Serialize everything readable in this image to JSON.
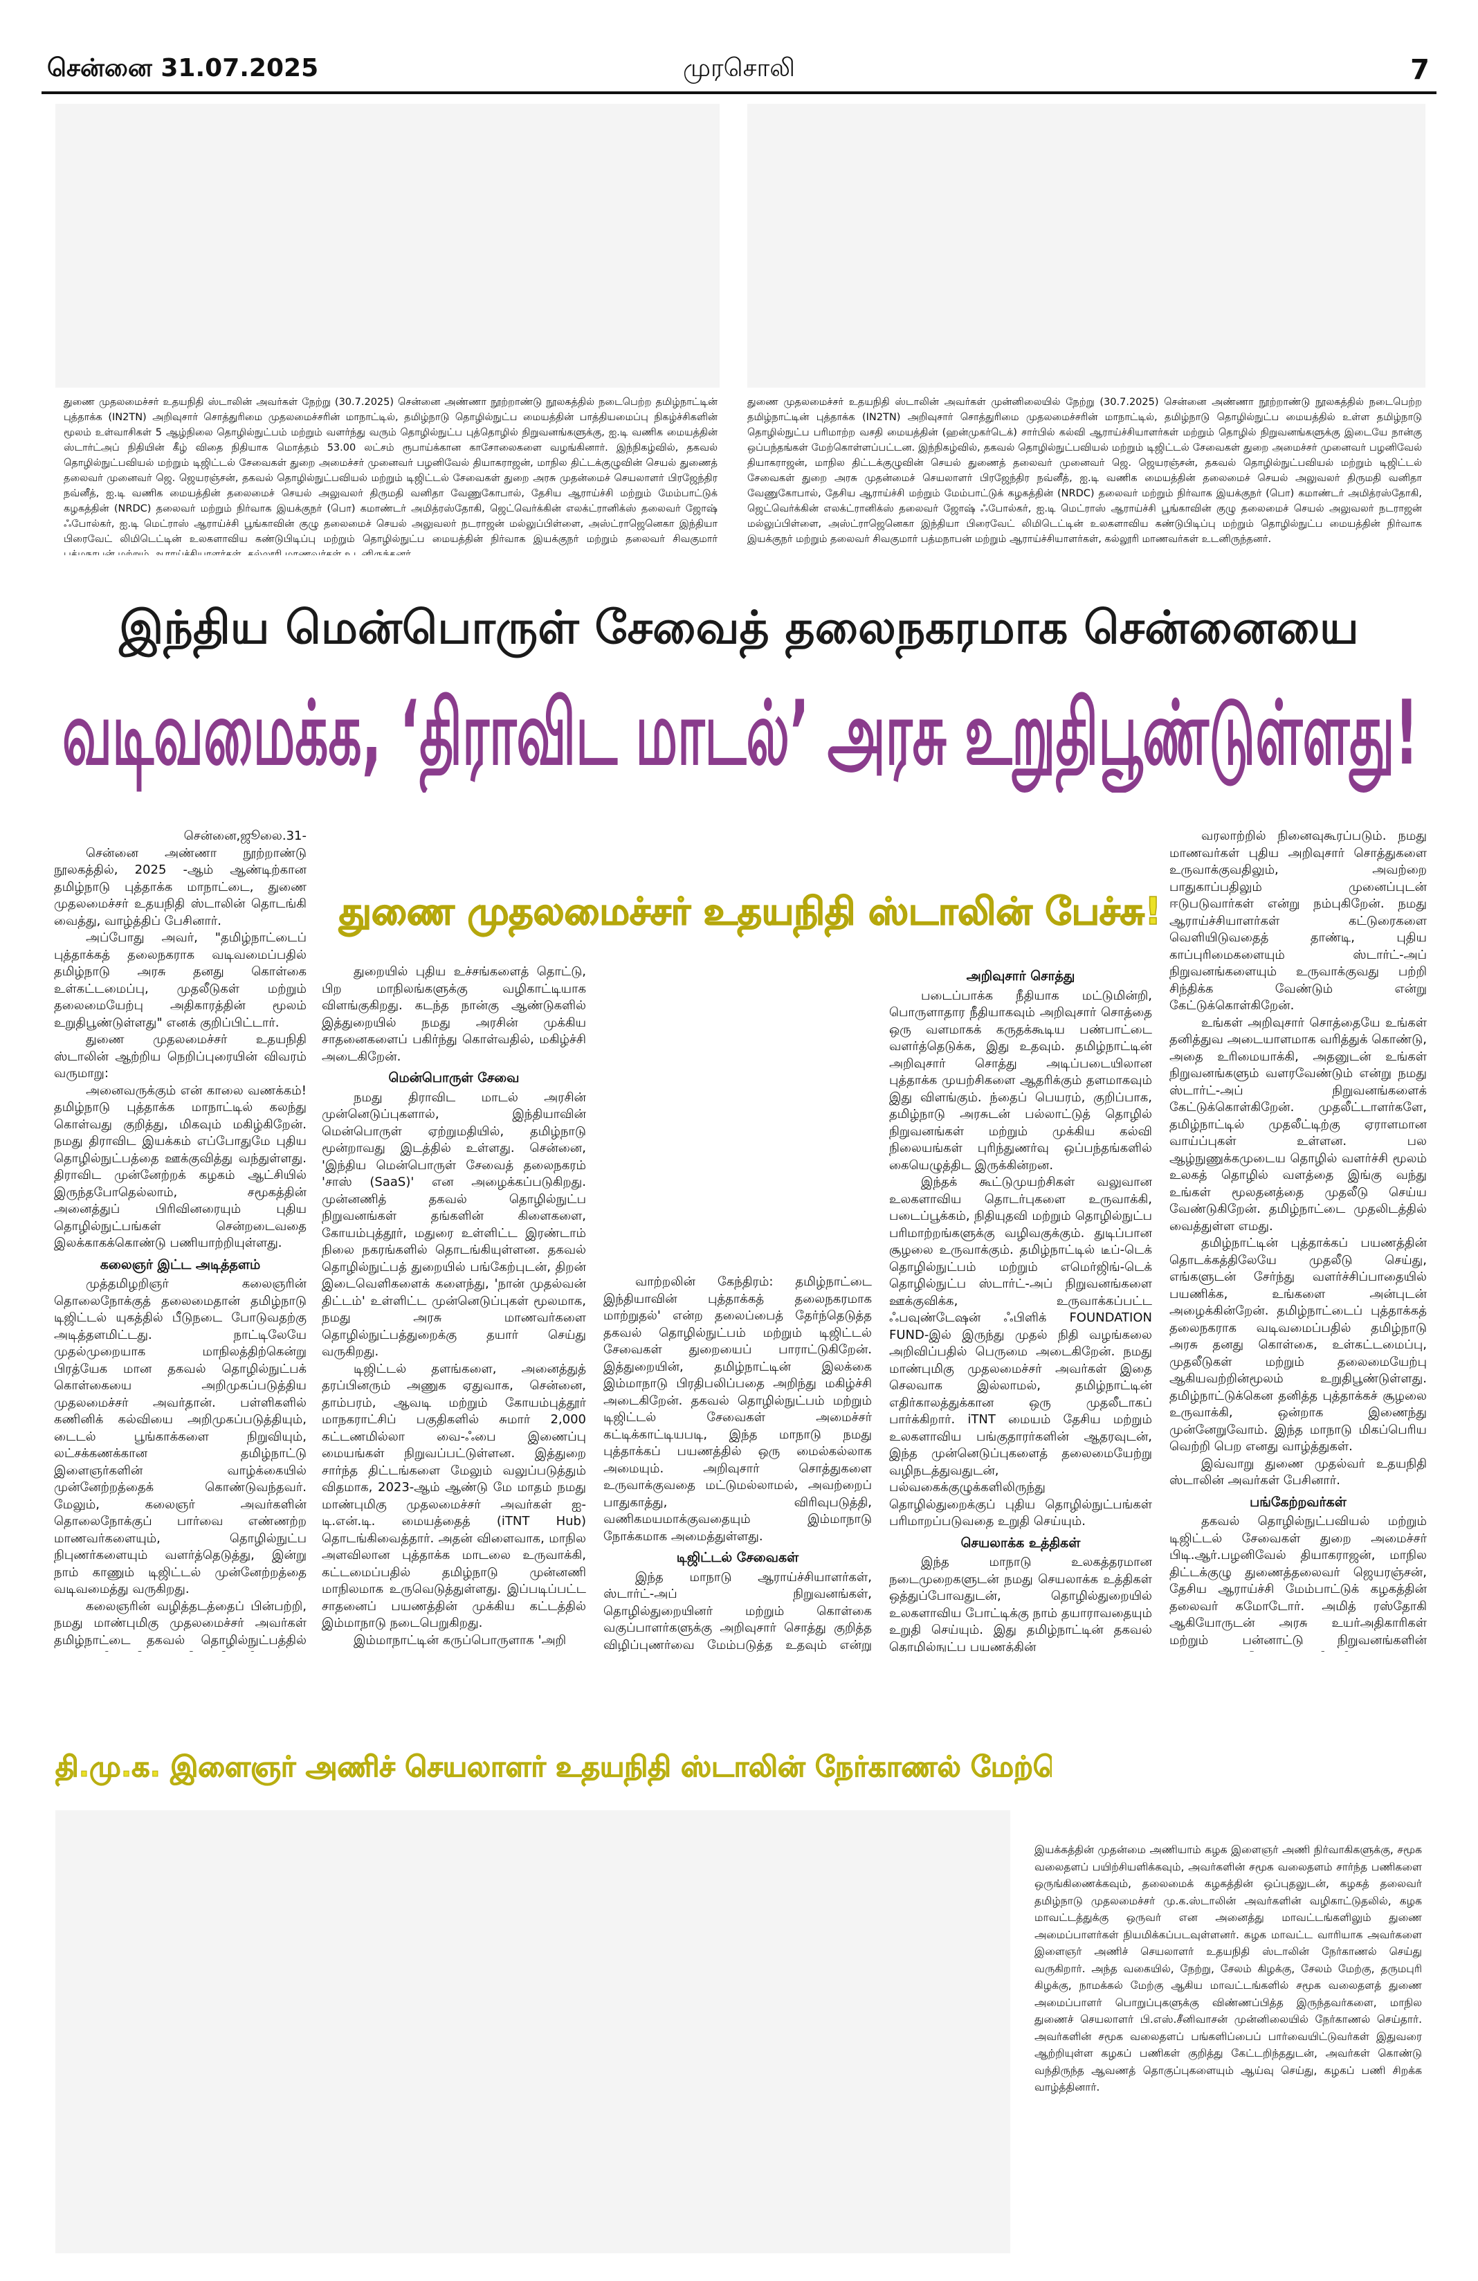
{
  "masthead": {
    "date": "சென்னை 31.07.2025",
    "paper": "முரசொலி",
    "page": "7"
  },
  "captions": {
    "left": "துணை முதலமைச்சர் உதயநிதி ஸ்டாலின் அவர்கள் நேற்று (30.7.2025) சென்னை அண்ணா நூற்றாண்டு நூலகத்தில் நடைபெற்ற தமிழ்நாட்டின் புத்தாக்க (IN2TN) அறிவுசார் சொத்துரிமை முதலமைச்சரின் மாநாட்டில், தமிழ்நாடு தொழில்நுட்ப மையத்தின் பாத்தியமைப்பு நிகழ்ச்சிகளின் மூலம் உள்வாசிகள் 5 ஆழ்நிலை தொழில்நுட்பம் மற்றும் வளர்ந்து வரும் தொழில்நுட்ப புத்தொழில் நிறுவனங்களுக்கு, ஐ.டி வணிக மையத்தின் ஸ்டார்ட்அப் நிதியின் கீழ் விதை நிதியாக மொத்தம் 53.00 லட்சம் ரூபாய்க்கான காசோலைகளை வழங்கினார். இந்நிகழ்வில், தகவல் தொழில்நுட்பவியல் மற்றும் டிஜிட்டல் சேவைகள் துறை அமைச்சர் முனைவர் பழனிவேல் தியாகராஜன், மாநில திட்டக்குழுவின் செயல் துணைத் தலைவர் முனைவர் ஜெ. ஜெயரஞ்சன், தகவல் தொழில்நுட்பவியல் மற்றும் டிஜிட்டல் சேவைகள் துறை அரசு முதன்மைச் செயலாளர் பிரஜேந்திர நவ்னீத், ஐ.டி வணிக மையத்தின் தலைமைச் செயல் அலுவலர் திருமதி வனிதா வேணுகோபால், தேசிய ஆராய்ச்சி மற்றும் மேம்பாட்டுக் கழகத்தின் (NRDC) தலைவர் மற்றும் நிர்வாக இயக்குநர் (பொ) கமாண்டர் அமித்ரஸ்தோகி, ஜெட்வெர்க்கின் எலக்ட்ரானிக்ஸ் தலைவர் ஜோஷ் ஃபோல்கர், ஐ.டி மெட்ராஸ் ஆராய்ச்சி பூங்காவின் குழு தலைமைச் செயல் அலுவலர் நடராஜன் மல்லுப்பிள்ளை, அஸ்ட்ராஜெனெகா இந்தியா பிரைவேட் லிமிடெட்டின் உலகளாவிய கண்டுபிடிப்பு மற்றும் தொழில்நுட்ப மையத்தின் நிர்வாக இயக்குநர் மற்றும் தலைவர் சிவகுமார் பத்மநாபன் மற்றும் ஆராய்ச்சியாளர்கள், கல்லூரி மாணவர்கள் உடனிருந்தனர்.",
    "right": "துணை முதலமைச்சர் உதயநிதி ஸ்டாலின் அவர்கள் முன்னிலையில் நேற்று (30.7.2025) சென்னை அண்ணா நூற்றாண்டு நூலகத்தில் நடைபெற்ற தமிழ்நாட்டின் புத்தாக்க (IN2TN) அறிவுசார் சொத்துரிமை முதலமைச்சரின் மாநாட்டில், தமிழ்நாடு தொழில்நுட்ப மையத்தில் உள்ள தமிழ்நாடு தொழில்நுட்ப பரிமாற்ற வசதி மையத்தின் (ஹன்முகர்டெக்) சார்பில் கல்வி ஆராய்ச்சியாளர்கள் மற்றும் தொழில் நிறுவனங்களுக்கு இடையே நான்கு ஒப்பந்தங்கள் மேற்கொள்ளப்பட்டன. இந்நிகழ்வில், தகவல் தொழில்நுட்பவியல் மற்றும் டிஜிட்டல் சேவைகள் துறை அமைச்சர் முனைவர் பழனிவேல் தியாகராஜன், மாநில திட்டக்குழுவின் செயல் துணைத் தலைவர் முனைவர் ஜெ. ஜெயரஞ்சன், தகவல் தொழில்நுட்பவியல் மற்றும் டிஜிட்டல் சேவைகள் துறை அரசு முதன்மைச் செயலாளர் பிரஜேந்திர நவ்னீத், ஐ.டி வணிக மையத்தின் தலைமைச் செயல் அலுவலர் திருமதி வனிதா வேணுகோபால், தேசிய ஆராய்ச்சி மற்றும் மேம்பாட்டுக் கழகத்தின் (NRDC) தலைவர் மற்றும் நிர்வாக இயக்குநர் (பொ) கமாண்டர் அமித்ரஸ்தோகி, ஜெட்வெர்க்கின் எலக்ட்ரானிக்ஸ் தலைவர் ஜோஷ் ஃபோல்கர், ஐ.டி மெட்ராஸ் ஆராய்ச்சி பூங்காவின் குழு தலைமைச் செயல் அலுவலர் நடராஜன் மல்லுப்பிள்ளை, அஸ்ட்ராஜெனெகா இந்தியா பிரைவேட் லிமிடெட்டின் உலகளாவிய கண்டுபிடிப்பு மற்றும் தொழில்நுட்ப மையத்தின் நிர்வாக இயக்குநர் மற்றும் தலைவர் சிவகுமார் பத்மநாபன் மற்றும் ஆராய்ச்சியாளர்கள், கல்லூரி மாணவர்கள் உடனிருந்தனர்."
  },
  "headline": {
    "line1": "இந்திய மென்பொருள் சேவைத் தலைநகரமாக சென்னையை",
    "line2": "வடிவமைக்க, ‘திராவிட மாடல்’ அரசு உறுதிபூண்டுள்ளது!",
    "subhead": "துணை முதலமைச்சர் உதயநிதி ஸ்டாலின் பேச்சு!"
  },
  "colors": {
    "headline1": "#1a1a1a",
    "headline2": "#8a3c8c",
    "subhead": "#ebe125"
  },
  "article": {
    "c1": {
      "dateline": "சென்னை,ஜூலை.31-",
      "p1": "சென்னை அண்ணா நூற்றாண்டு நூலகத்தில், 2025 -ஆம் ஆண்டிற்கான தமிழ்நாடு புத்தாக்க மாநாட்டை, துணை முதலமைச்சர் உதயநிதி ஸ்டாலின் தொடங்கி வைத்து, வாழ்த்திப் பேசினார்.",
      "p2": "அப்போது அவர், \"தமிழ்நாட்டைப் புத்தாக்கத் தலைநகராக வடிவமைப்பதில் தமிழ்நாடு அரசு தனது கொள்கை உள்கட்டமைப்பு, முதலீடுகள் மற்றும் தலைமையேற்பு அதிகாரத்தின் மூலம் உறுதிபூண்டுள்ளது\" எனக் குறிப்பிட்டார்.",
      "p3": "துணை முதலமைச்சர் உதயநிதி ஸ்டாலின் ஆற்றிய நெறிப்புரையின் விவரம் வருமாறு:",
      "p4": "அனைவருக்கும் என் காலை வணக்கம்! தமிழ்நாடு புத்தாக்க மாநாட்டில் கலந்து கொள்வது குறித்து, மிகவும் மகிழ்கிறேன். நமது திராவிட இயக்கம் எப்போதுமே புதிய தொழில்நுட்பத்தை ஊக்குவித்து வந்துள்ளது. திராவிட முன்னேற்றக் கழகம் ஆட்சியில் இருந்தபோதெல்லாம், சமூகத்தின் அனைத்துப் பிரிவினரையும் புதிய தொழில்நுட்பங்கள் சென்றடைவதை இலக்காகக்கொண்டு பணியாற்றியுள்ளது.",
      "h1": "கலைஞர் இட்ட அடித்தளம்",
      "p5": "முத்தமிழறிஞர் கலைஞரின் தொலைநோக்குத் தலைமைதான் தமிழ்நாடு டிஜிட்டல் யுகத்தில் பீடுநடை போடுவதற்கு அடித்தளமிட்டது. நாட்டிலேயே முதல்முறையாக மாநிலத்திற்கென்று பிரத்யேக மான தகவல் தொழில்நுட்பக் கொள்கையை அறிமுகப்படுத்திய முதலமைச்சர் அவர்தான். பள்ளிகளில் கணினிக் கல்வியை அறிமுகப்படுத்தியும், டைடல் பூங்காக்களை நிறுவியும், லட்சக்கணக்கான தமிழ்நாட்டு இளைஞர்களின் வாழ்க்கையில் முன்னேற்றத்தைக் கொண்டுவந்தவர். மேலும், கலைஞர் அவர்களின் தொலைநோக்குப் பார்வை எண்ணற்ற மாணவர்களையும், தொழில்நுட்ப நிபுணர்களையும் வளர்த்தெடுத்து, இன்று நாம் காணும் டிஜிட்டல் முன்னேற்றத்தை வடிவமைத்து வருகிறது.",
      "p6": "கலைஞரின் வழித்தடத்தைப் பின்பற்றி, நமது மாண்புமிகு முதலமைச்சர் அவர்கள் தமிழ்நாட்டை தகவல் தொழில்நுட்பத்தில் முன்னணி மாநிலமாக நிலைநிறுத்தியுள்ளார். அவரது தலைமையின் கீழ் நமது திராவிட மாடல் அரசு, தகவல் தொழில்நுட்பம் மற்றும் டிஜிட்டல் சேவைகள்"
    },
    "c2": {
      "p1": "துறையில் புதிய உச்சங்களைத் தொட்டு, பிற மாநிலங்களுக்கு வழிகாட்டியாக விளங்குகிறது. கடந்த நான்கு ஆண்டுகளில் இத்துறையில் நமது அரசின் முக்கிய சாதனைகளைப் பகிர்ந்து கொள்வதில், மகிழ்ச்சி அடைகிறேன்.",
      "h1": "மென்பொருள் சேவை",
      "p2": "நமது திராவிட மாடல் அரசின் முன்னெடுப்புகளால், இந்தியாவின் மென்பொருள் ஏற்றுமதியில், தமிழ்நாடு மூன்றாவது இடத்தில் உள்ளது. சென்னை, 'இந்திய மென்பொருள் சேவைத் தலைநகரம் 'சாஸ் (SaaS)' என அழைக்கப்படுகிறது. முன்னணித் தகவல் தொழில்நுட்ப நிறுவனங்கள் தங்களின் கிளைகளை, கோயம்புத்தூர், மதுரை உள்ளிட்ட இரண்டாம் நிலை நகரங்களில் தொடங்கியுள்ளன. தகவல் தொழில்நுட்பத் துறையில் பங்கேற்புடன், திறன் இடைவெளிகளைக் களைந்து, 'நான் முதல்வன் திட்டம்' உள்ளிட்ட முன்னெடுப்புகள் மூலமாக, நமது அரசு மாணவர்களை தொழில்நுட்பத்துறைக்கு தயார் செய்து வருகிறது.",
      "p3": "டிஜிட்டல் தளங்களை, அனைத்துத் தரப்பினரும் அணுக ஏதுவாக, சென்னை, தாம்பரம், ஆவடி மற்றும் கோயம்புத்தூர் மாநகராட்சிப் பகுதிகளில் சுமார் 2,000 கட்டணமில்லா வை-ஃபை இணைப்பு மையங்கள் நிறுவப்பட்டுள்ளன. இத்துறை சார்ந்த திட்டங்களை மேலும் வலுப்படுத்தும் விதமாக, 2023-ஆம் ஆண்டு மே மாதம் நமது மாண்புமிகு முதலமைச்சர் அவர்கள் ஐ-டி.என்.டி. மையத்தைத் (iTNT Hub) தொடங்கிவைத்தார். அதன் விளைவாக, மாநில அளவிலான புத்தாக்க மாடலை உருவாக்கி, கட்டமைப்பதில் தமிழ்நாடு முன்னணி மாநிலமாக உருவெடுத்துள்ளது. இப்படிப்பட்ட சாதனைப் பயணத்தின் முக்கிய கட்டத்தில் இம்மாநாடு நடைபெறுகிறது.",
      "p4": "இம்மாநாட்டின் கருப்பொருளாக 'அறி"
    },
    "c3": {
      "p1": "வாற்றலின் கேந்திரம்: தமிழ்நாட்டை இந்தியாவின் புத்தாக்கத் தலைநகரமாக மாற்றுதல்' என்ற தலைப்பைத் தேர்ந்தெடுத்த தகவல் தொழில்நுட்பம் மற்றும் டிஜிட்டல் சேவைகள் துறையைப் பாராட்டுகிறேன். இத்துறையின், தமிழ்நாட்டின் இலக்கை இம்மாநாடு பிரதிபலிப்பதை அறிந்து மகிழ்ச்சி அடைகிறேன். தகவல் தொழில்நுட்பம் மற்றும் டிஜிட்டல் சேவைகள் அமைச்சர் கட்டிக்காட்டியபடி, இந்த மாநாடு நமது புத்தாக்கப் பயணத்தில் ஒரு மைல்கல்லாக அமையும். அறிவுசார் சொத்துகளை உருவாக்குவதை மட்டுமல்லாமல், அவற்றைப் பாதுகாத்து, விரிவுபடுத்தி, வணிகமயமாக்குவதையும் இம்மாநாடு நோக்கமாக அமைத்துள்ளது.",
      "h1": "டிஜிட்டல் சேவைகள்",
      "p2": "இந்த மாநாடு ஆராய்ச்சியாளர்கள், ஸ்டார்ட்-அப் நிறுவனங்கள், தொழில்துறையினர் மற்றும் கொள்கை வகுப்பாளர்களுக்கு அறிவுசார் சொத்து குறித்த விழிப்புணர்வை மேம்படுத்த உதவும் என்று நான் உறுதியாக நம்புகிறேன்."
    },
    "c4": {
      "h1": "அறிவுசார் சொத்து",
      "p1": "படைப்பாக்க நீதியாக மட்டுமின்றி, பொருளாதார நீதியாகவும் அறிவுசார் சொத்தை ஒரு வளமாகக் கருதக்கூடிய பண்பாட்டை வளர்த்தெடுக்க, இது உதவும். தமிழ்நாட்டின் அறிவுசார் சொத்து அடிப்படையிலான புத்தாக்க முயற்சிகளை ஆதரிக்கும் தளமாகவும் இது விளங்கும். ந்தைப் பெயரம், குறிப்பாக, தமிழ்நாடு அரசுடன் பல்லாட்டுத் தொழில் நிறுவனங்கள் மற்றும் முக்கிய கல்வி நிலையங்கள் புரிந்துணர்வு ஒப்பந்தங்களில் கையெழுத்திட இருக்கின்றன.",
      "p2": "இந்தக் கூட்டுமுயற்சிகள் வலுவான உலகளாவிய தொடர்புகளை உருவாக்கி, படைப்பூக்கம், நிதியுதவி மற்றும் தொழில்நுட்ப பரிமாற்றங்களுக்கு வழிவகுக்கும். துடிப்பான சூழலை உருவாக்கும். தமிழ்நாட்டில் டீப்-டெக் தொழில்நுட்பம் மற்றும் எமெர்ஜிங்-டெக் தொழில்நுட்ப ஸ்டார்ட்-அப் நிறுவனங்களை ஊக்குவிக்க, உருவாக்கப்பட்ட ஃபவுண்டேஷன் ஃபிளிக் FOUNDATION FUND-இல் இருந்து முதல் நிதி வழங்கலை அறிவிப்பதில் பெருமை அடைகிறேன். நமது மாண்புமிகு முதலமைச்சர் அவர்கள் இதை செலவாக இல்லாமல், தமிழ்நாட்டின் எதிர்காலத்துக்கான ஒரு முதலீடாகப் பார்க்கிறார். iTNT மையம் தேசிய மற்றும் உலகளாவிய பங்குதாரர்களின் ஆதரவுடன், இந்த முன்னெடுப்புகளைத் தலைமையேற்று வழிநடத்துவதுடன், பல்வகைக்குழுக்களிலிருந்து தொழில்துறைக்குப் புதிய தொழில்நுட்பங்கள் பரிமாறப்படுவதை உறுதி செய்யும்.",
      "h2": "செயலாக்க உத்திகள்",
      "p3": "இந்த மாநாடு உலகத்தரமான நடைமுறைகளுடன் நமது செயலாக்க உத்திகள் ஒத்துப்போவதுடன், தொழில்துறையில் உலகளாவிய போட்டிக்கு நாம் தயாராவதையும் உறுதி செய்யும். இது தமிழ்நாட்டின் தகவல் தொழில்நுட்ப பயணத்தின்"
    },
    "c5": {
      "p1": "வரலாற்றில் நினைவுகூரப்படும். நமது மாணவர்கள் புதிய அறிவுசார் சொத்துகளை உருவாக்குவதிலும், அவற்றை பாதுகாப்பதிலும் முனைப்புடன் ஈடுபடுவார்கள் என்று நம்புகிறேன். நமது ஆராய்ச்சியாளர்கள் கட்டுரைகளை வெளியிடுவதைத் தாண்டி, புதிய காப்புரிமைகளையும் ஸ்டார்ட்-அப் நிறுவனங்களையும் உருவாக்குவது பற்றி சிந்திக்க வேண்டும் என்று கேட்டுக்கொள்கிறேன்.",
      "p2": "உங்கள் அறிவுசார் சொத்தையே உங்கள் தனித்துவ அடையாளமாக வரித்துக் கொண்டு, அதை உரிமையாக்கி, அதனுடன் உங்கள் நிறுவனங்களும் வளரவேண்டும் என்று நமது ஸ்டார்ட்-அப் நிறுவனங்களைக் கேட்டுக்கொள்கிறேன். முதலீட்டாளர்களே, தமிழ்நாட்டில் முதலீட்டிற்கு ஏராளமான வாய்ப்புகள் உள்ளன. பல ஆழ்நுணுக்கமுடைய தொழில் வளர்ச்சி மூலம் உலகத் தொழில் வளத்தை இங்கு வந்து உங்கள் மூலதனத்தை முதலீடு செய்ய வேண்டுகிறேன். தமிழ்நாட்டை முதலிடத்தில் வைத்துள்ள எமது.",
      "p3": "தமிழ்நாட்டின் புத்தாக்கப் பயணத்தின் தொடக்கத்திலேயே முதலீடு செய்து, எங்களுடன் சேர்ந்து வளர்ச்சிப்பாதையில் பயணிக்க, உங்களை அன்புடன் அழைக்கின்றேன். தமிழ்நாட்டைப் புத்தாக்கத் தலைநகராக வடிவமைப்பதில் தமிழ்நாடு அரசு தனது கொள்கை, உள்கட்டமைப்பு, முதலீடுகள் மற்றும் தலைமையேற்பு ஆகியவற்றின்மூலம் உறுதிபூண்டுள்ளது. தமிழ்நாட்டுக்கென தனித்த புத்தாக்கச் சூழலை உருவாக்கி, ஒன்றாக இணைந்து முன்னேறுவோம். இந்த மாநாடு மிகப்பெரிய வெற்றி பெற எனது வாழ்த்துகள்.",
      "p4": "இவ்வாறு துணை முதல்வர் உதயநிதி ஸ்டாலின் அவர்கள் பேசினார்.",
      "h1": "பங்கேற்றவர்கள்",
      "p5": "தகவல் தொழில்நுட்பவியல் மற்றும் டிஜிட்டல் சேவைகள் துறை அமைச்சர் பிடி.ஆர்.பழனிவேல் தியாகராஜன், மாநில திட்டக்குழு துணைத்தலைவர் ஜெயரஞ்சன், தேசிய ஆராய்ச்சி மேம்பாட்டுக் கழகத்தின் தலைவர் கமோடோர். அமித் ரஸ்தோகி ஆகியோருடன் அரசு உயர்அதிகாரிகள் மற்றும் பன்னாட்டு நிறுவனங்களின் தலைமைச் செயல் அதிகாரிகள் மற்றும் அலுவலர்கள் பலரும் கலந்து கொண்டனர்."
    }
  },
  "section2": {
    "banner": "தி.மு.க. இளைஞர் அணிச் செயலாளர் உதயநிதி ஸ்டாலின் நேர்காணல் மேற்கொண்டார்!",
    "caption": "இயக்கத்தின் முதன்மை அணியாம் கழக இளைஞர் அணி நிர்வாகிகளுக்கு, சமூக வலைதளப் பயிற்சியளிக்கவும், அவர்களின் சமூக வலைதளம் சார்ந்த பணிகளை ஒருங்கிணைக்கவும், தலைமைக் கழகத்தின் ஒப்புதலுடன், கழகத் தலைவர் தமிழ்நாடு முதலமைச்சர் மு.க.ஸ்டாலின் அவர்களின் வழிகாட்டுதலில், கழக மாவட்டத்துக்கு ஒருவர் என அனைத்து மாவட்டங்களிலும் துணை அமைப்பாளர்கள் நியமிக்கப்படவுள்ளனர். கழக மாவட்ட வாரியாக அவர்களை இளைஞர் அணிச் செயலாளர் உதயநிதி ஸ்டாலின் நேர்காணல் செய்து வருகிறார். அந்த வகையில், நேற்று, சேலம் கிழக்கு, சேலம் மேற்கு, தருமபுரி கிழக்கு, நாமக்கல் மேற்கு ஆகிய மாவட்டங்களில் சமூக வலைதளத் துணை அமைப்பாளர் பொறுப்புகளுக்கு விண்ணப்பித்த இருந்தவர்களை, மாநில துணைச் செயலாளர் பி.எஸ்.சீனிவாசன் முன்னிலையில் நேர்காணல் செய்தார். அவர்களின் சமூக வலைதளப் பங்களிப்பைப் பார்வையிட்டுவர்கள் இதுவரை ஆற்றியுள்ள கழகப் பணிகள் குறித்து கேட்டறிந்ததுடன், அவர்கள் கொண்டு வந்திருந்த ஆவணத் தொகுப்புகளையும் ஆய்வு செய்து, கழகப் பணி சிறக்க வாழ்த்தினார்."
  }
}
